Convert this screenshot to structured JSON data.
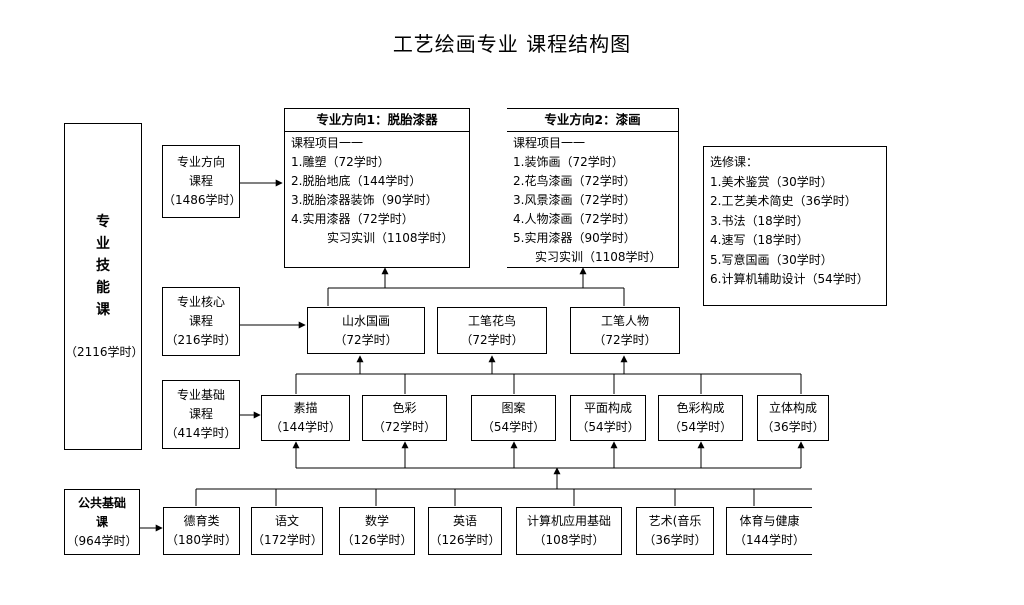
{
  "title": "工艺绘画专业  课程结构图",
  "left_label": {
    "chars": [
      "专",
      "业",
      "技",
      "能",
      "课"
    ],
    "hours": "（2116学时）"
  },
  "category_direction": {
    "line1": "专业方向",
    "line2": "课程",
    "hours": "（1486学时）"
  },
  "category_core": {
    "line1": "专业核心",
    "line2": "课程",
    "hours": "（216学时）"
  },
  "category_foundation": {
    "line1": "专业基础",
    "line2": "课程",
    "hours": "（414学时）"
  },
  "category_public": {
    "line1": "公共基础",
    "line2": "课",
    "hours": "（964学时）"
  },
  "direction1": {
    "header": "专业方向1：脱胎漆器",
    "subtitle": "课程项目一一",
    "items": [
      "1.雕塑（72学时）",
      "2.脱胎地底（144学时）",
      "3.脱胎漆器装饰（90学时）",
      "4.实用漆器（72学时）"
    ],
    "training": "实习实训（1108学时）"
  },
  "direction2": {
    "header": "专业方向2：漆画",
    "subtitle": "课程项目一一",
    "items": [
      "1.装饰画（72学时）",
      "2.花鸟漆画（72学时）",
      "3.风景漆画（72学时）",
      "4.人物漆画（72学时）",
      "5.实用漆器（90学时）"
    ],
    "training": "实习实训（1108学时）"
  },
  "electives": {
    "title": "选修课：",
    "items": [
      "1.美术鉴赏（30学时）",
      "2.工艺美术简史（36学时）",
      "3.书法（18学时）",
      "4.速写（18学时）",
      "5.写意国画（30学时）",
      "6.计算机辅助设计（54学时）"
    ]
  },
  "core_courses": [
    {
      "name": "山水国画",
      "hours": "（72学时）"
    },
    {
      "name": "工笔花鸟",
      "hours": "（72学时）"
    },
    {
      "name": "工笔人物",
      "hours": "（72学时）"
    }
  ],
  "foundation_courses": [
    {
      "name": "素描",
      "hours": "（144学时）"
    },
    {
      "name": "色彩",
      "hours": "（72学时）"
    },
    {
      "name": "图案",
      "hours": "（54学时）"
    },
    {
      "name": "平面构成",
      "hours": "（54学时）"
    },
    {
      "name": "色彩构成",
      "hours": "（54学时）"
    },
    {
      "name": "立体构成",
      "hours": "（36学时）"
    }
  ],
  "public_courses": [
    {
      "name": "德育类",
      "hours": "（180学时）"
    },
    {
      "name": "语文",
      "hours": "（172学时）"
    },
    {
      "name": "数学",
      "hours": "（126学时）"
    },
    {
      "name": "英语",
      "hours": "（126学时）"
    },
    {
      "name": "计算机应用基础",
      "hours": "（108学时）"
    },
    {
      "name": "艺术(音乐",
      "hours": "（36学时）"
    },
    {
      "name": "体育与健康",
      "hours": "（144学时）"
    }
  ]
}
